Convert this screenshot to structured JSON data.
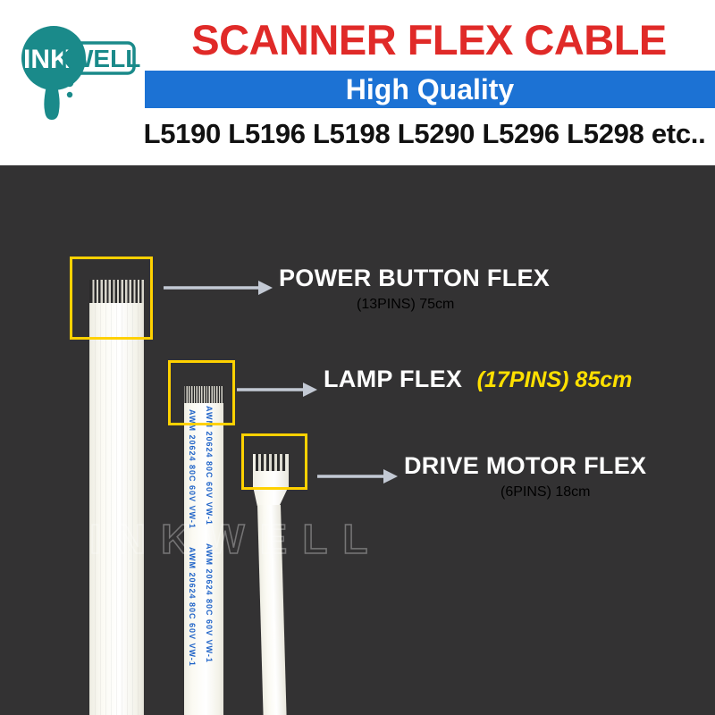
{
  "header": {
    "logo": {
      "name": "inkwell-logo",
      "text_primary": "INK",
      "text_secondary": "WELL"
    },
    "title": "SCANNER FLEX CABLE",
    "subtitle": "High Quality",
    "models": "L5190 L5196 L5198 L5290 L5296 L5298 etc.."
  },
  "watermark": {
    "text": "INKWELL"
  },
  "colors": {
    "title_red": "#E02A28",
    "subtitle_bar_blue": "#1C72D4",
    "highlight_yellow": "#FFD100",
    "spec_yellow": "#FFE000",
    "background_dark": "#333233",
    "logo_teal": "#1A8A8A",
    "arrow_gray": "#C3C9D4",
    "cable_white": "#FBFAF3",
    "cable_print_blue": "#1F63C8"
  },
  "cable_print": {
    "text": "AWM 20624 80C 60V VW-1"
  },
  "callouts": [
    {
      "id": "power-button-flex",
      "name": "POWER BUTTON FLEX",
      "spec": "(13PINS) 75cm",
      "pins": 13,
      "length": "75cm"
    },
    {
      "id": "lamp-flex",
      "name": "LAMP FLEX",
      "spec": "(17PINS) 85cm",
      "pins": 17,
      "length": "85cm"
    },
    {
      "id": "drive-motor-flex",
      "name": "DRIVE MOTOR FLEX",
      "spec": "(6PINS) 18cm",
      "pins": 6,
      "length": "18cm"
    }
  ]
}
